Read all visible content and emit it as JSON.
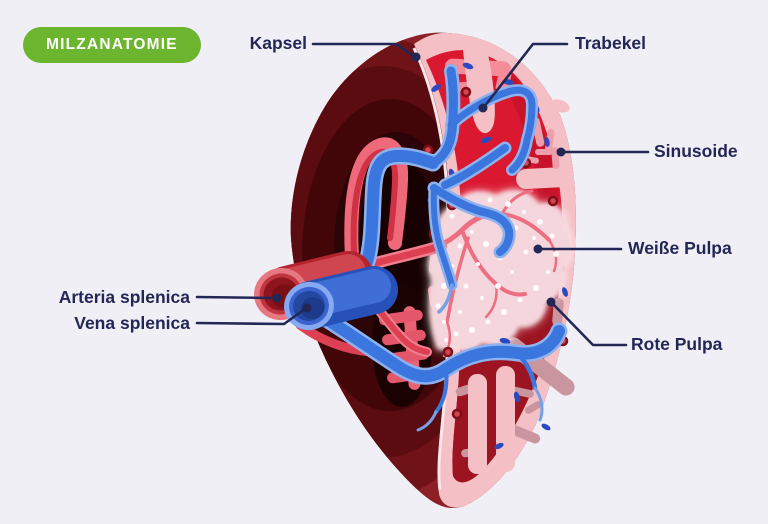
{
  "badge": {
    "label": "MILZANATOMIE"
  },
  "labels": {
    "kapsel": "Kapsel",
    "trabekel": "Trabekel",
    "sinusoide": "Sinusoide",
    "weisse_pulpa": "Weiße Pulpa",
    "rote_pulpa": "Rote Pulpa",
    "arteria_splenica": "Arteria splenica",
    "vena_splenica": "Vena splenica"
  },
  "palette": {
    "background": "#f0eff6",
    "label_ink": "#232755",
    "leader_line": "#232755",
    "badge_green": "#6cb52e",
    "capsule_pink": "#f4bfc5",
    "red_pulp_bright": "#da1830",
    "red_pulp_dark": "#9c1422",
    "white_pulp": "#f6d6dd",
    "spleen_exterior": "#701318",
    "vein_blue": "#3a76dd",
    "artery_red": "#dd4053"
  }
}
